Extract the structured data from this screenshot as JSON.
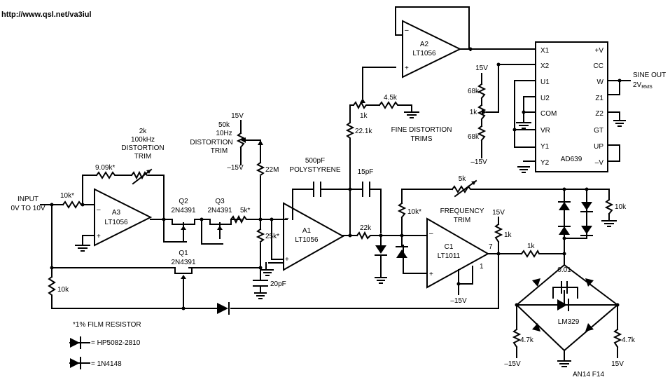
{
  "header": {
    "url": "http://www.qsl.net/va3iul"
  },
  "input": {
    "line1": "INPUT",
    "line2": "0V TO 10V"
  },
  "a3": {
    "name": "A3",
    "part": "LT1056",
    "minus": "–",
    "plus": "+"
  },
  "a1": {
    "name": "A1",
    "part": "LT1056",
    "minus": "–",
    "plus": "+"
  },
  "a2": {
    "name": "A2",
    "part": "LT1056",
    "minus": "–",
    "plus": "+"
  },
  "c1": {
    "name": "C1",
    "part": "LT1011",
    "minus": "–",
    "plus": "+",
    "pin7": "7",
    "pin1": "1"
  },
  "resistors": {
    "r10k_in": "10k*",
    "r909k": "9.09k*",
    "r10k_left": "10k",
    "r5k": "5k*",
    "r25k": "25k*",
    "r22m": "22M",
    "r221k": "22.1k",
    "r1k_top": "1k",
    "r45k": "4.5k",
    "r22k": "22k",
    "r10k_mid": "10k*",
    "r1k_c1": "1k",
    "r1k_out": "1k",
    "r10k_right": "10k",
    "r47k_left": "4.7k",
    "r47k_right": "4.7k",
    "r68k_top": "68k",
    "r1k_mult": "1k",
    "r68k_bot": "68k"
  },
  "trims": {
    "dist2k": [
      "2k",
      "100kHz",
      "DISTORTION",
      "TRIM"
    ],
    "dist50k": [
      "15V",
      "50k",
      "10Hz",
      "DISTORTION",
      "TRIM",
      "–15V"
    ],
    "fine": [
      "FINE DISTORTION",
      "TRIMS"
    ],
    "freq": [
      "5k",
      "FREQUENCY",
      "TRIM"
    ]
  },
  "transistors": {
    "q1": {
      "name": "Q1",
      "part": "2N4391"
    },
    "q2": {
      "name": "Q2",
      "part": "2N4391"
    },
    "q3": {
      "name": "Q3",
      "part": "2N4391"
    }
  },
  "caps": {
    "c500": [
      "500pF",
      "POLYSTYRENE"
    ],
    "c15": "15pF",
    "c20": "20pF",
    "c001": "0.01"
  },
  "supplies": {
    "v15_c1": "15V",
    "vn15_c1": "–15V",
    "v15_mult": "15V",
    "vn15_mult": "–15V",
    "vn15_bridge": "–15V",
    "v15_bridge": "15V"
  },
  "ad639": {
    "name": "AD639",
    "left_pins": [
      "X1",
      "X2",
      "U1",
      "U2",
      "COM",
      "VR",
      "Y1",
      "Y2"
    ],
    "right_pins": [
      "+V",
      "CC",
      "W",
      "Z1",
      "Z2",
      "GT",
      "UP",
      "–V"
    ]
  },
  "output": {
    "line1": "SINE OUT",
    "line2": "2V",
    "sub": "RMS"
  },
  "lm329": "LM329",
  "legend": {
    "note": "*1% FILM RESISTOR",
    "hp": "= HP5082-2810",
    "diode": "= 1N4148"
  },
  "figure_id": "AN14 F14"
}
